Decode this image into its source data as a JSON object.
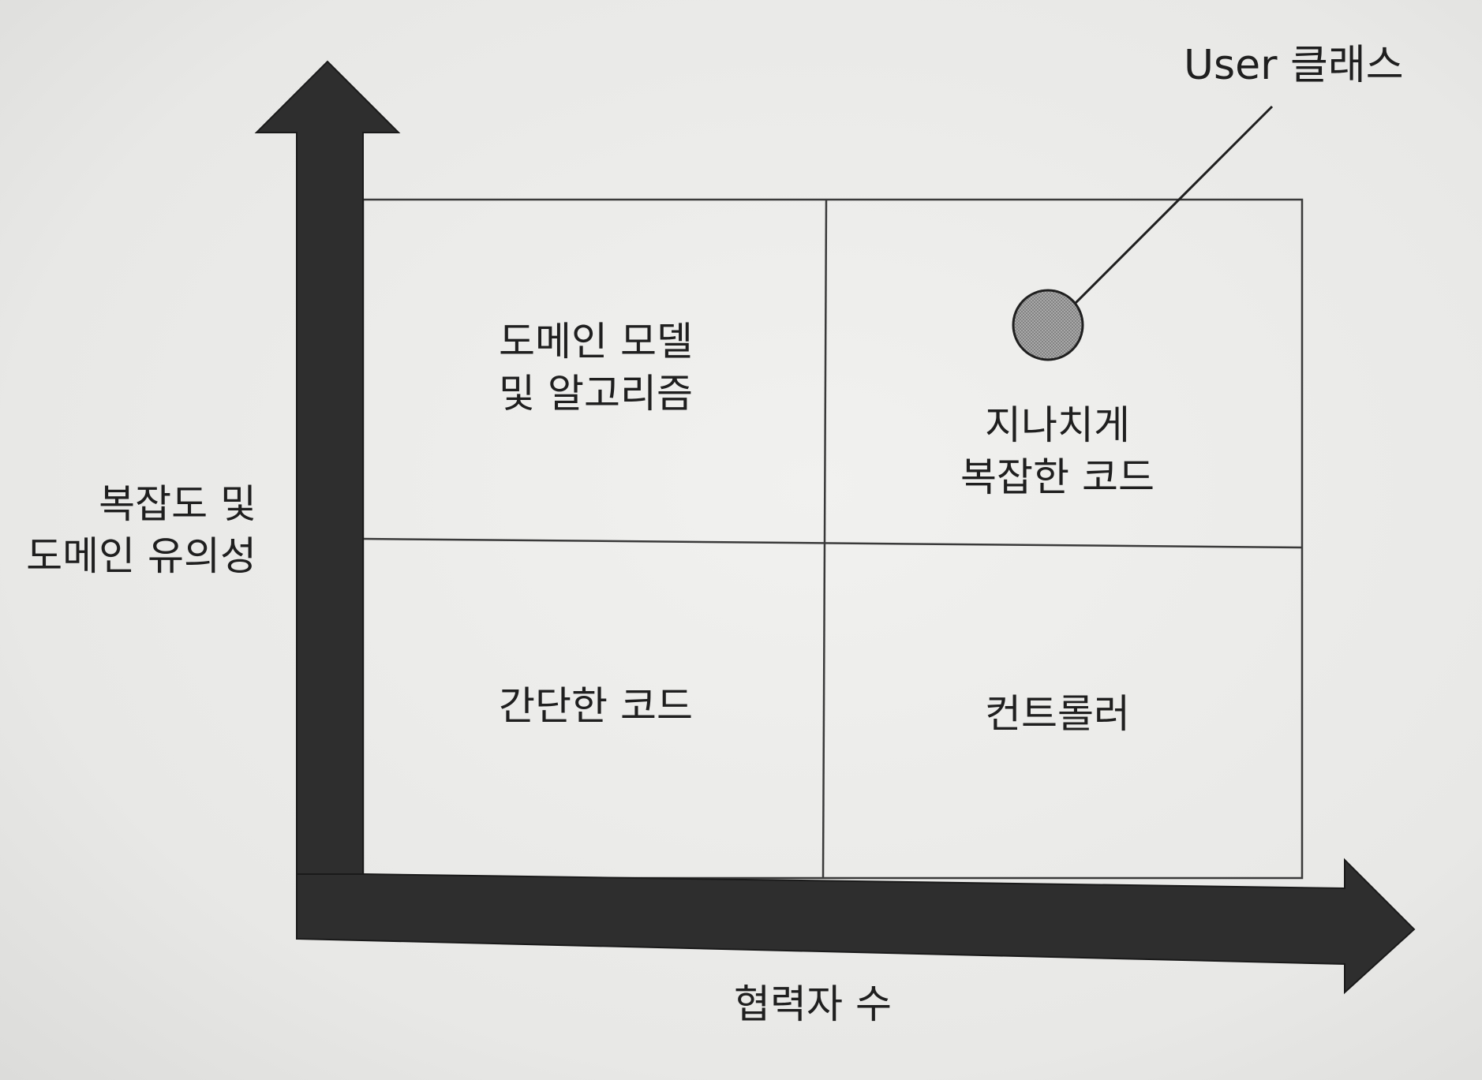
{
  "quadrants": {
    "top_left": {
      "line1": "도메인 모델",
      "line2": "및 알고리즘"
    },
    "top_right": {
      "line1": "지나치게",
      "line2": "복잡한 코드"
    },
    "bottom_left": {
      "line1": "간단한 코드"
    },
    "bottom_right": {
      "line1": "컨트롤러"
    }
  },
  "axes": {
    "y_label_line1": "복잡도 및",
    "y_label_line2": "도메인 유의성",
    "x_label": "협력자 수"
  },
  "callout": {
    "label": "User 클래스"
  },
  "colors": {
    "arrow": "#2e2e2e",
    "grid_line": "#3a3a3a",
    "marker_fill": "#9a9a9a",
    "marker_stroke": "#1f1f1f"
  }
}
